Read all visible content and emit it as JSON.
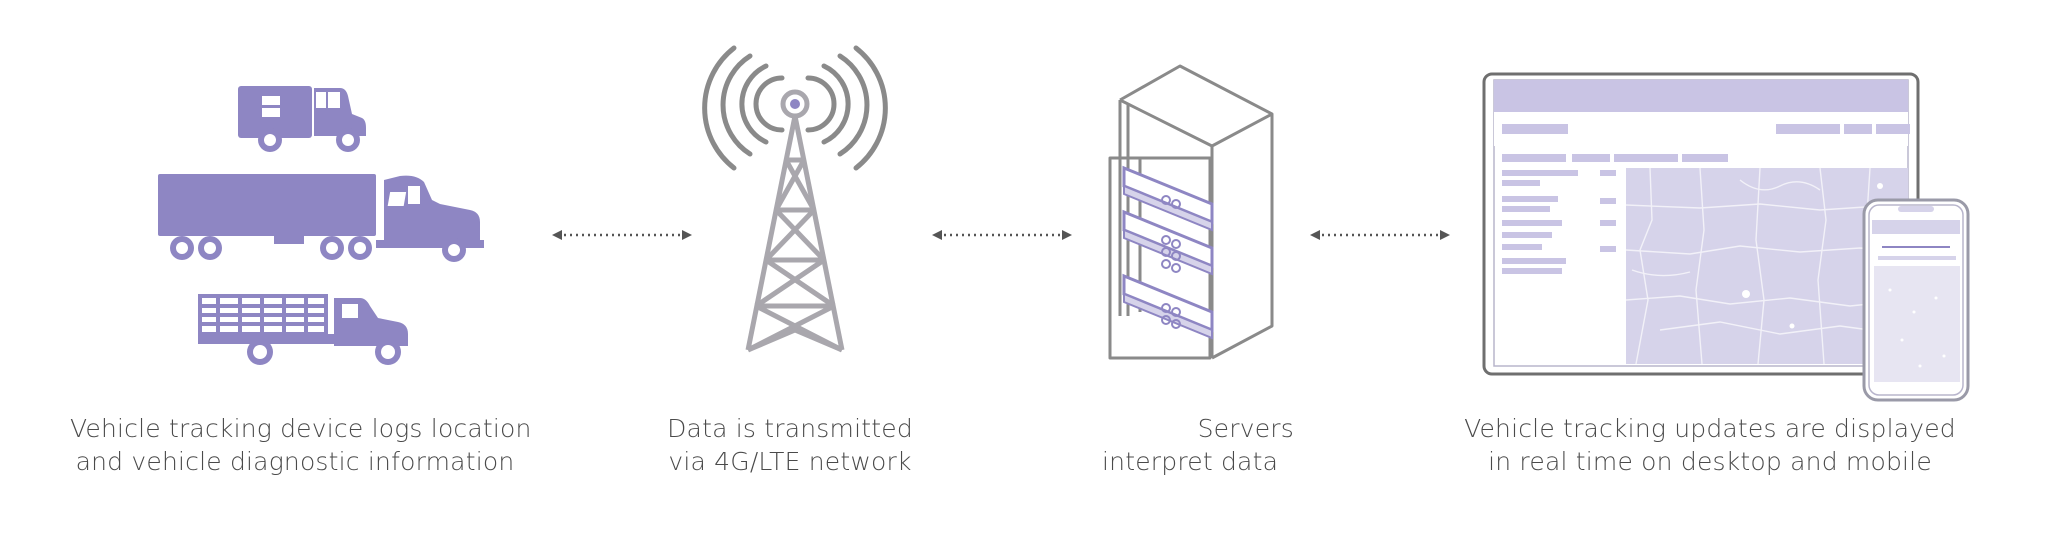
{
  "palette": {
    "accent_purple": "#8e86c3",
    "light_purple": "#d6d3ea",
    "map_purple": "#c9c4e4",
    "gray_stroke": "#8a8a8a",
    "tower_gray": "#a9a7ad",
    "text": "#4a4a4a"
  },
  "stages": [
    {
      "id": "vehicles",
      "icons": [
        "box-truck-icon",
        "semi-truck-icon",
        "flatbed-truck-icon"
      ],
      "caption_lines": [
        "Vehicle tracking device logs location",
        "and vehicle diagnostic information"
      ]
    },
    {
      "id": "tower",
      "icons": [
        "cell-tower-icon"
      ],
      "caption_lines": [
        "Data is transmitted",
        "via 4G/LTE network"
      ]
    },
    {
      "id": "servers",
      "icons": [
        "server-rack-icon"
      ],
      "caption_lines": [
        "Servers",
        "interpret data"
      ]
    },
    {
      "id": "display",
      "icons": [
        "desktop-monitor-icon",
        "mobile-phone-icon"
      ],
      "caption_lines": [
        "Vehicle tracking updates are displayed",
        "in real time on desktop and mobile"
      ]
    }
  ],
  "connectors": [
    "bidirectional-dotted-arrow",
    "bidirectional-dotted-arrow",
    "bidirectional-dotted-arrow"
  ]
}
